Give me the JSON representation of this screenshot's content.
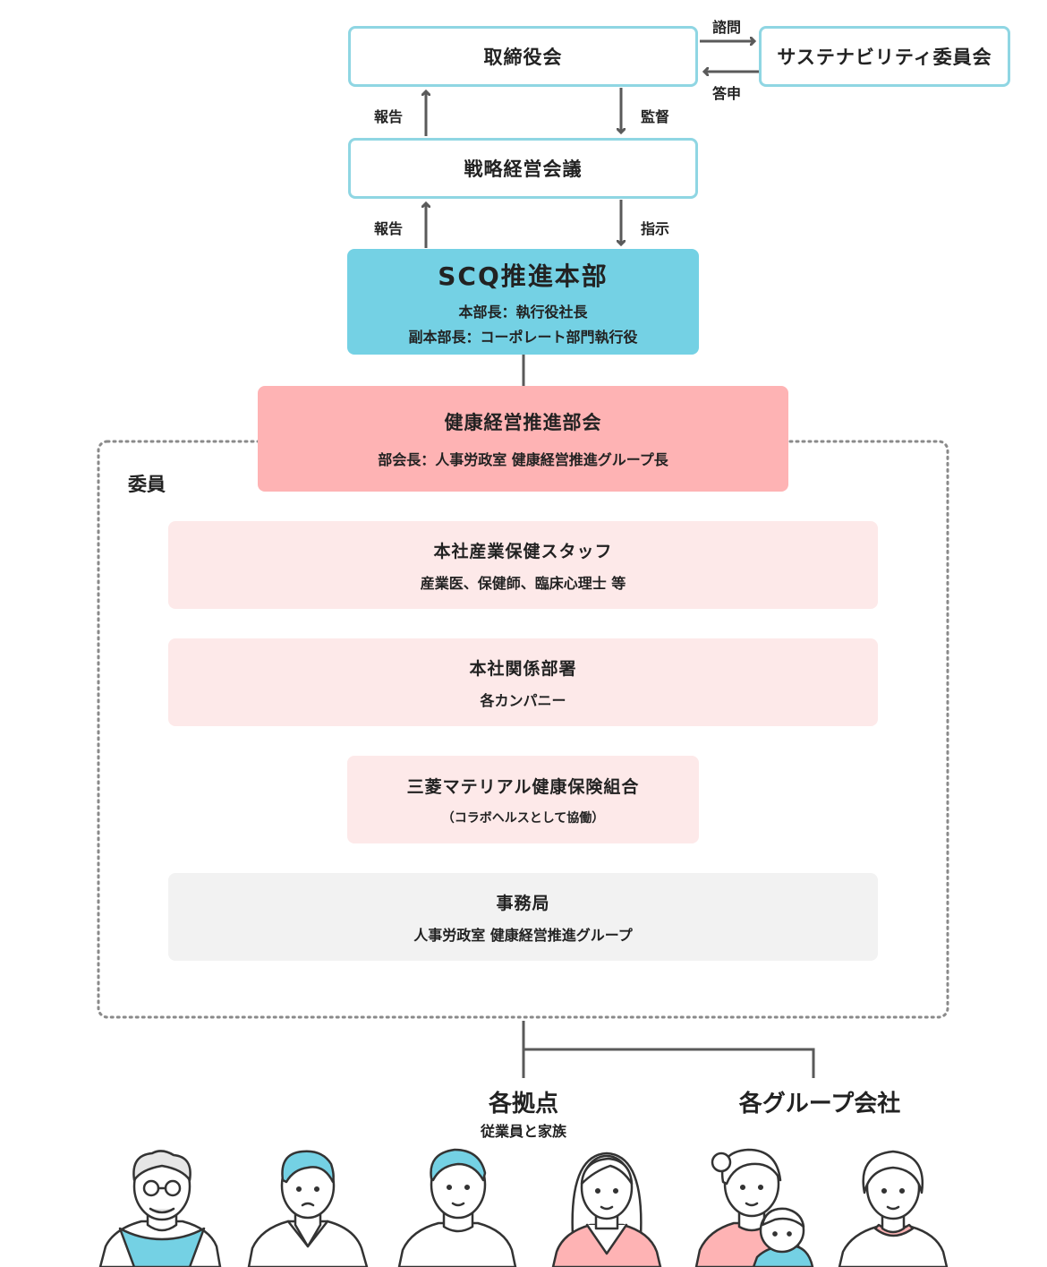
{
  "board": {
    "title": "取締役会"
  },
  "sustainability": {
    "title": "サステナビリティ委員会"
  },
  "arrows": {
    "consult": "諮問",
    "report_back": "答申",
    "report1": "報告",
    "supervise": "監督",
    "report2": "報告",
    "instruct": "指示"
  },
  "strategy": {
    "title": "戦略経営会議"
  },
  "scq": {
    "title": "SCQ推進本部",
    "line1": "本部長：執行役社長",
    "line2": "副本部長：コーポレート部門執行役"
  },
  "health_committee": {
    "title": "健康経営推進部会",
    "sub": "部会長：人事労政室 健康経営推進グループ長"
  },
  "members": {
    "label": "委員",
    "items": [
      {
        "title": "本社産業保健スタッフ",
        "sub": "産業医、保健師、臨床心理士 等"
      },
      {
        "title": "本社関係部署",
        "sub": "各カンパニー"
      },
      {
        "title": "三菱マテリアル健康保険組合",
        "sub": "（コラボヘルスとして協働）"
      },
      {
        "title": "事務局",
        "sub": "人事労政室 健康経営推進グループ"
      }
    ]
  },
  "bottom": {
    "sites": "各拠点",
    "sites_sub": "従業員と家族",
    "group": "各グループ会社"
  },
  "colors": {
    "outline": "#8fd6e3",
    "scq": "#74d1e4",
    "health": "#feb3b4",
    "pink_light": "#fde9e9",
    "gray_light": "#f2f2f2",
    "arrow": "#5a5a5a"
  },
  "icons": [
    "elderly-man-icon",
    "man-icon",
    "young-man-icon",
    "woman-icon",
    "mother-child-icon",
    "elderly-woman-icon"
  ]
}
